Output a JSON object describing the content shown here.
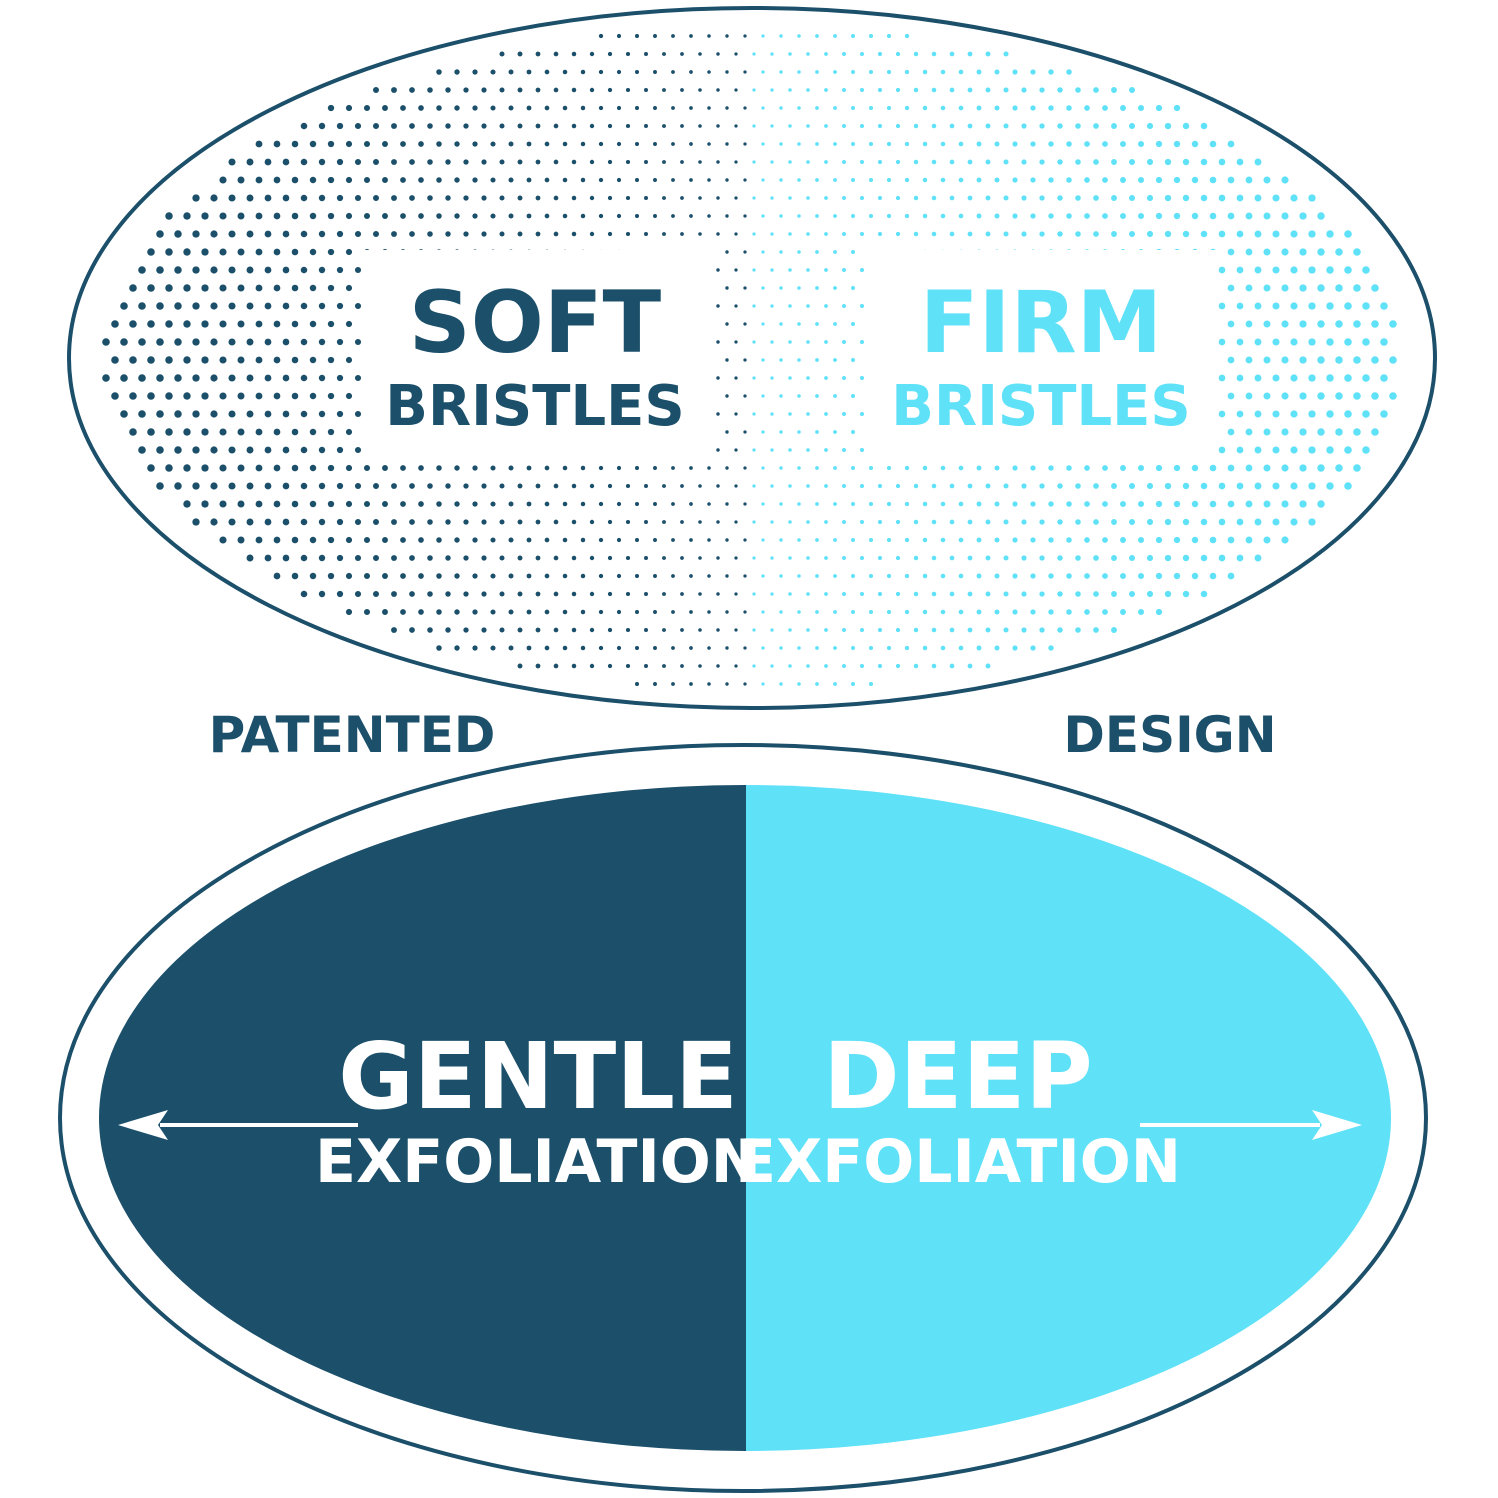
{
  "colors": {
    "dark": "#1b4f6a",
    "light": "#5fe1f8",
    "background": "#ffffff"
  },
  "top": {
    "left_title": "SOFT",
    "left_subtitle": "BRISTLES",
    "right_title": "FIRM",
    "right_subtitle": "BRISTLES"
  },
  "middle": {
    "left_word": "PATENTED",
    "right_word": "DESIGN"
  },
  "bottom": {
    "left_title": "GENTLE",
    "left_subtitle": "EXFOLIATION",
    "right_title": "DEEP",
    "right_subtitle": "EXFOLIATION"
  },
  "icons": {
    "left_arrow": "arrow-left-icon",
    "right_arrow": "arrow-right-icon"
  }
}
